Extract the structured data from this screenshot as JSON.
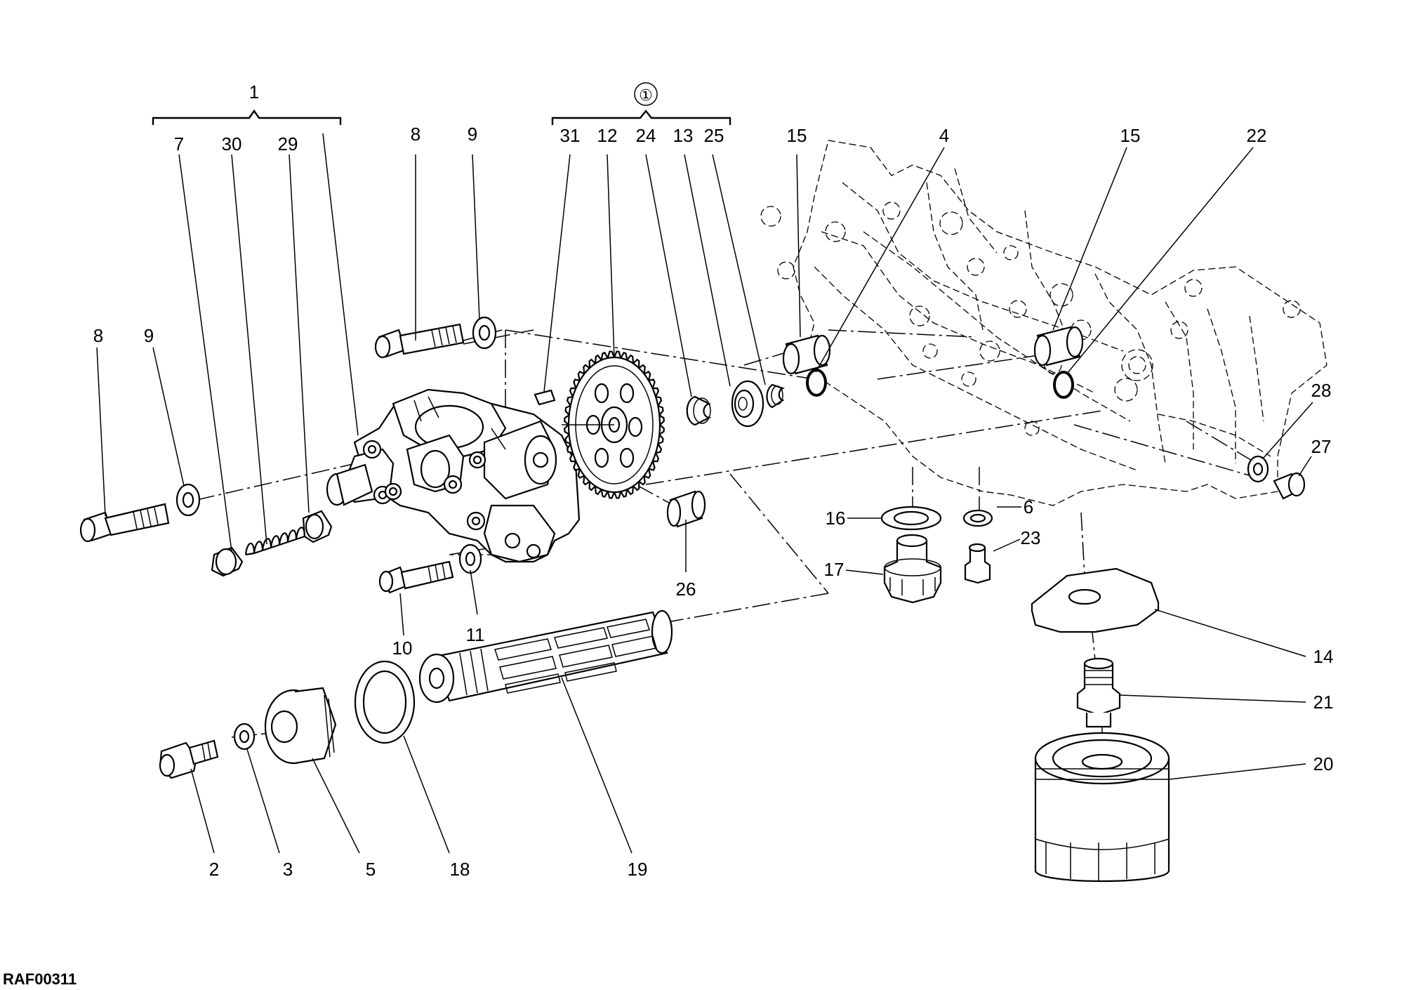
{
  "diagram": {
    "drawing_code": "RAF00311",
    "group_labels": {
      "pump_assembly": "1",
      "gear_kit": "①"
    },
    "callouts": {
      "c7": "7",
      "c30": "30",
      "c29": "29",
      "c8a": "8",
      "c9a": "9",
      "c31": "31",
      "c12": "12",
      "c24": "24",
      "c13": "13",
      "c25": "25",
      "c15a": "15",
      "c4": "4",
      "c15b": "15",
      "c22": "22",
      "c8b": "8",
      "c9b": "9",
      "c28": "28",
      "c27": "27",
      "c16": "16",
      "c6": "6",
      "c23": "23",
      "c17": "17",
      "c26": "26",
      "c10": "10",
      "c11": "11",
      "c14": "14",
      "c21": "21",
      "c20": "20",
      "c2": "2",
      "c3": "3",
      "c5": "5",
      "c18": "18",
      "c19": "19"
    }
  }
}
